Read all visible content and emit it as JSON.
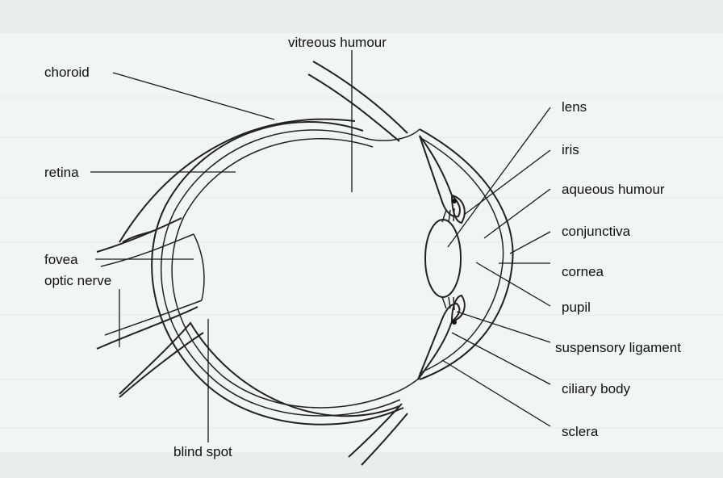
{
  "diagram": {
    "labels": {
      "vitreous_humour": "vitreous humour",
      "choroid": "choroid",
      "retina": "retina",
      "fovea": "fovea",
      "optic_nerve": "optic nerve",
      "blind_spot": "blind spot",
      "lens": "lens",
      "iris": "iris",
      "aqueous_humour": "aqueous humour",
      "conjunctiva": "conjunctiva",
      "cornea": "cornea",
      "pupil": "pupil",
      "suspensory_ligament": "suspensory ligament",
      "ciliary_body": "ciliary body",
      "sclera": "sclera"
    }
  }
}
